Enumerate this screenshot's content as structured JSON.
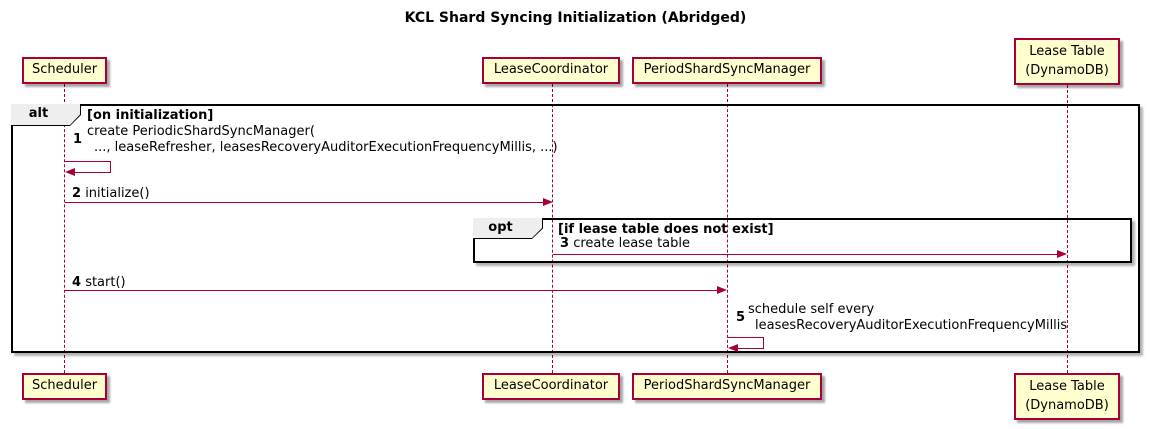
{
  "title": "KCL Shard Syncing Initialization (Abridged)",
  "colors": {
    "participant_fill": "#FEFECE",
    "participant_border": "#A80036",
    "arrow": "#A80036",
    "frame_border": "#000000",
    "frame_label_fill": "#EEEEEE"
  },
  "participants": [
    {
      "label": "Scheduler"
    },
    {
      "label": "LeaseCoordinator"
    },
    {
      "label": "PeriodShardSyncManager"
    },
    {
      "label": "Lease Table",
      "label2": "(DynamoDB)"
    }
  ],
  "frames": [
    {
      "operator": "alt",
      "guard": "[on initialization]"
    },
    {
      "operator": "opt",
      "guard": "[if lease table does not exist]"
    }
  ],
  "messages": [
    {
      "num": "1",
      "line1": "create PeriodicShardSyncManager(",
      "line2": "..., leaseRefresher, leasesRecoveryAuditorExecutionFrequencyMillis, ...)"
    },
    {
      "num": "2",
      "text": "initialize()"
    },
    {
      "num": "3",
      "text": "create lease table"
    },
    {
      "num": "4",
      "text": "start()"
    },
    {
      "num": "5",
      "line1": "schedule self every",
      "line2": "leasesRecoveryAuditorExecutionFrequencyMillis"
    }
  ]
}
